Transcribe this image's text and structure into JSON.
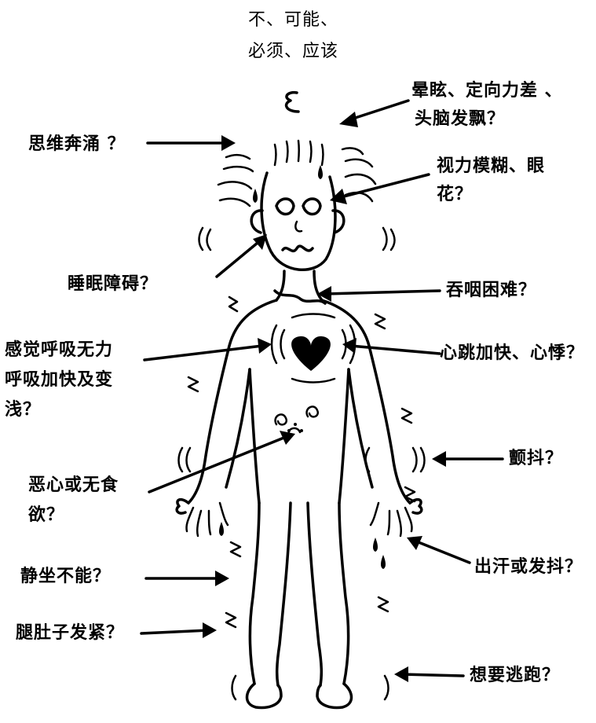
{
  "title_lines": [
    "不、可能、",
    "必须、应该"
  ],
  "labels": {
    "dizzy": [
      "晕眩、定向力差 、",
      "头脑发飘？"
    ],
    "racing_thoughts": "思维奔涌 ？",
    "blurred_vision": [
      "视力模糊、眼",
      "花？"
    ],
    "sleep": "睡眠障碍？",
    "swallowing": "吞咽困难？",
    "breathing": [
      "感觉呼吸无力",
      "呼吸加快及变",
      "浅？"
    ],
    "heart": "心跳加快、心悸？",
    "trembling": "颤抖？",
    "nausea": [
      "恶心或无食",
      "欲？"
    ],
    "sweating": "出汗或发抖？",
    "restless": "静坐不能？",
    "stomach": "腿肚子发紧？",
    "escape": "想要逃跑？"
  },
  "colors": {
    "ink": "#000000",
    "background": "#ffffff"
  }
}
